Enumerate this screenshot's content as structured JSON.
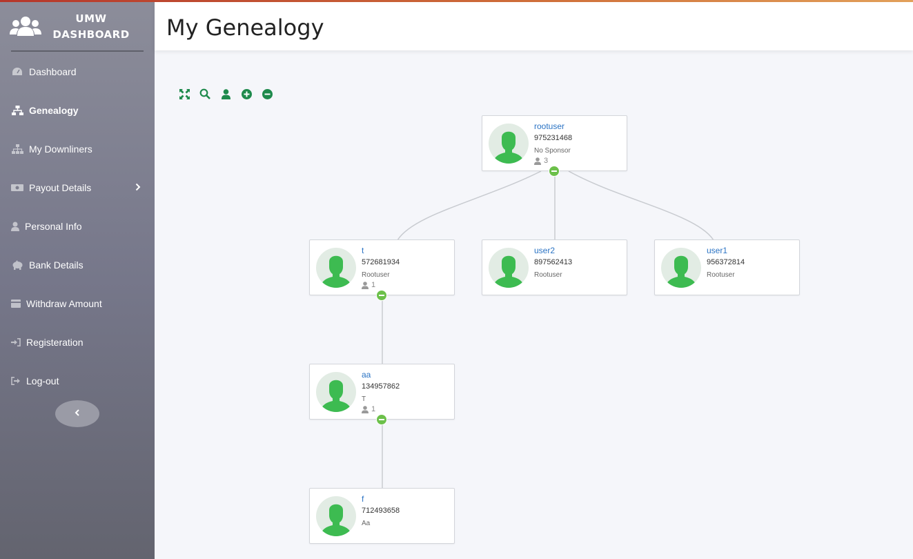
{
  "brand": {
    "line1": "UMW",
    "line2": "DASHBOARD"
  },
  "sidebar": {
    "items": [
      {
        "label": "Dashboard",
        "icon": "speedometer-icon"
      },
      {
        "label": "Genealogy",
        "icon": "sitemap-icon",
        "active": true
      },
      {
        "label": "My Downliners",
        "icon": "hierarchy-icon"
      },
      {
        "label": "Payout Details",
        "icon": "money-icon",
        "has_submenu": true
      },
      {
        "label": "Personal Info",
        "icon": "user-icon"
      },
      {
        "label": "Bank Details",
        "icon": "piggy-bank-icon"
      },
      {
        "label": "Withdraw Amount",
        "icon": "wallet-icon"
      },
      {
        "label": "Registeration",
        "icon": "sign-in-icon"
      },
      {
        "label": "Log-out",
        "icon": "sign-out-icon"
      }
    ],
    "collapse_icon": "chevron-left-icon"
  },
  "header": {
    "title": "My Genealogy"
  },
  "toolbar": [
    "expand-icon",
    "search-icon",
    "user-icon",
    "zoom-in-icon",
    "zoom-out-icon"
  ],
  "colors": {
    "accent_green": "#1e8a4c",
    "avatar_green": "#3dbb51",
    "toggle_green": "#6cc04a",
    "link_blue": "#2a73c4"
  },
  "tree": {
    "nodes": [
      {
        "name": "rootuser",
        "id": "975231468",
        "sponsor": "No Sponsor",
        "count": "3"
      },
      {
        "name": "t",
        "id": "572681934",
        "sponsor": "Rootuser",
        "count": "1"
      },
      {
        "name": "user2",
        "id": "897562413",
        "sponsor": "Rootuser",
        "count": ""
      },
      {
        "name": "user1",
        "id": "956372814",
        "sponsor": "Rootuser",
        "count": ""
      },
      {
        "name": "aa",
        "id": "134957862",
        "sponsor": "T",
        "count": "1"
      },
      {
        "name": "f",
        "id": "712493658",
        "sponsor": "Aa",
        "count": ""
      }
    ]
  }
}
